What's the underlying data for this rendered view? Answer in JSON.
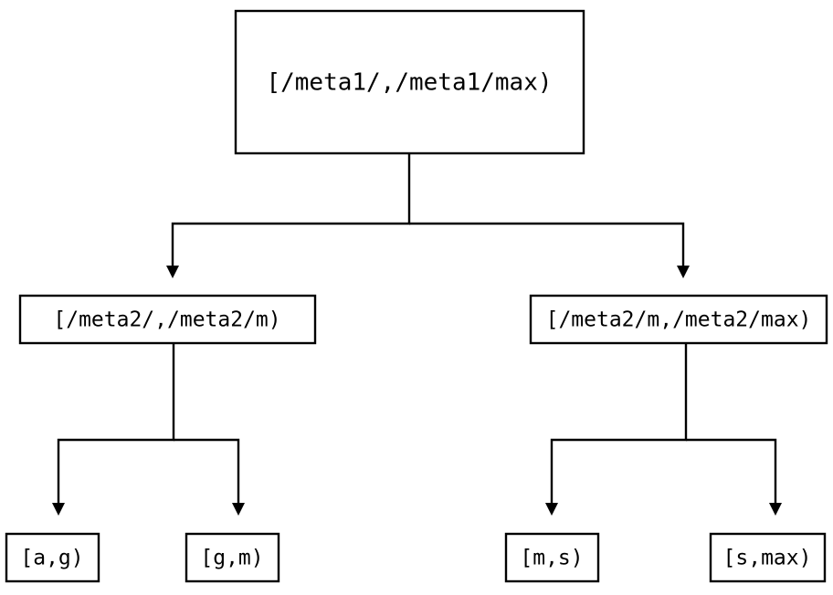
{
  "diagram": {
    "type": "tree",
    "title": "",
    "background_color": "#ffffff",
    "line_color": "#000000",
    "text_color": "#000000",
    "nodes": {
      "root": {
        "label": "[/meta1/,/meta1/max)",
        "level": 0
      },
      "mid_left": {
        "label": "[/meta2/,/meta2/m)",
        "level": 1
      },
      "mid_right": {
        "label": "[/meta2/m,/meta2/max)",
        "level": 1
      },
      "leaf_1": {
        "label": "[a,g)",
        "level": 2
      },
      "leaf_2": {
        "label": "[g,m)",
        "level": 2
      },
      "leaf_3": {
        "label": "[m,s)",
        "level": 2
      },
      "leaf_4": {
        "label": "[s,max)",
        "level": 2
      }
    },
    "edges": [
      {
        "from": "root",
        "to": "mid_left",
        "arrow": "down"
      },
      {
        "from": "root",
        "to": "mid_right",
        "arrow": "down"
      },
      {
        "from": "mid_left",
        "to": "leaf_1",
        "arrow": "down"
      },
      {
        "from": "mid_left",
        "to": "leaf_2",
        "arrow": "down"
      },
      {
        "from": "mid_right",
        "to": "leaf_3",
        "arrow": "down"
      },
      {
        "from": "mid_right",
        "to": "leaf_4",
        "arrow": "down"
      }
    ]
  }
}
